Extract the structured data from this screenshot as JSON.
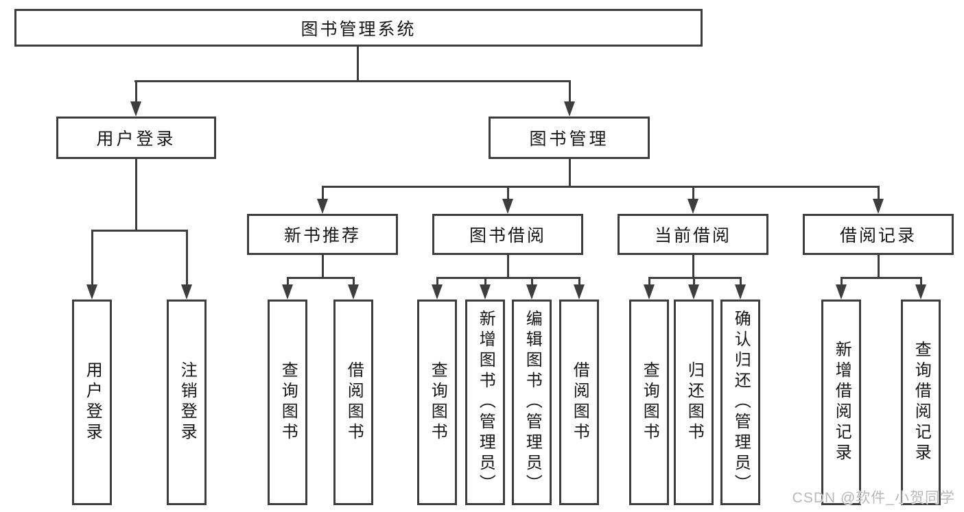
{
  "tree": {
    "label": "图书管理系统",
    "children": [
      {
        "label": "用户登录",
        "children": [
          {
            "label": "用户登录"
          },
          {
            "label": "注销登录"
          }
        ]
      },
      {
        "label": "图书管理",
        "children": [
          {
            "label": "新书推荐",
            "children": [
              {
                "label": "查询图书"
              },
              {
                "label": "借阅图书"
              }
            ]
          },
          {
            "label": "图书借阅",
            "children": [
              {
                "label": "查询图书"
              },
              {
                "label": "新增图书（管理员）"
              },
              {
                "label": "编辑图书（管理员）"
              },
              {
                "label": "借阅图书"
              }
            ]
          },
          {
            "label": "当前借阅",
            "children": [
              {
                "label": "查询图书"
              },
              {
                "label": "归还图书"
              },
              {
                "label": "确认归还（管理员）"
              }
            ]
          },
          {
            "label": "借阅记录",
            "children": [
              {
                "label": "新增借阅记录"
              },
              {
                "label": "查询借阅记录"
              }
            ]
          }
        ]
      }
    ]
  },
  "watermark": "CSDN @软件_小贺同学",
  "colors": {
    "line": "#3d3d3d",
    "text": "#161616",
    "watermark": "#b8b8b8",
    "background": "#ffffff"
  }
}
